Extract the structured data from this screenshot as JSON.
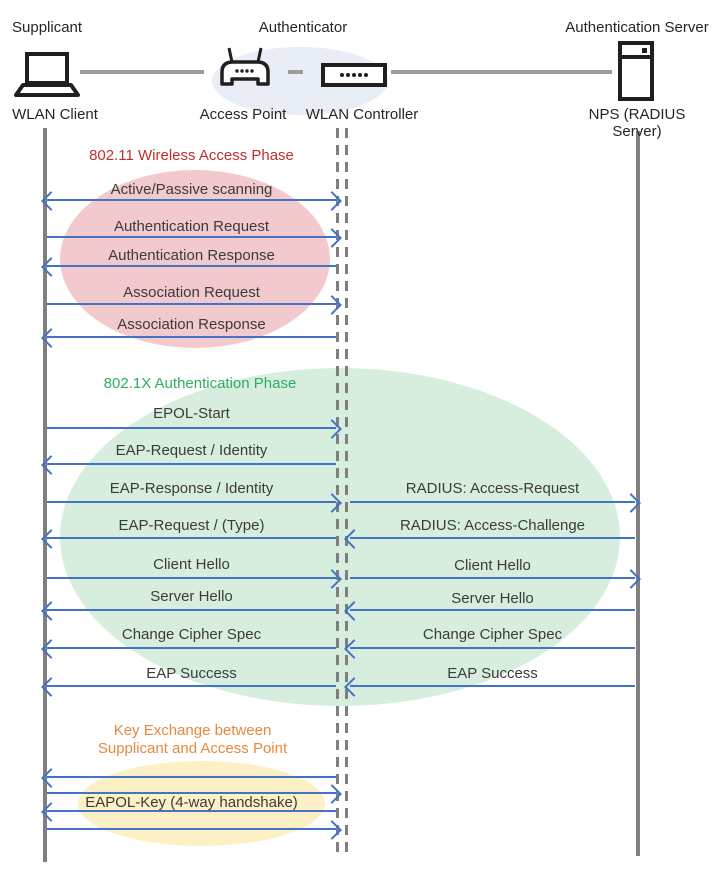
{
  "actors": {
    "supplicant": {
      "role": "Supplicant",
      "device": "WLAN Client"
    },
    "authenticator": {
      "role": "Authenticator",
      "access_point": "Access Point",
      "controller": "WLAN Controller"
    },
    "server": {
      "role": "Authentication Server",
      "device": "NPS (RADIUS Server)"
    }
  },
  "colors": {
    "arrow": "#4472C4",
    "lifeline": "#808080",
    "phase1_title": "#BE2F2F",
    "phase2_title": "#2FAE62",
    "phase3_title": "#E8893F",
    "phase1_fill": "#F2CACD",
    "phase2_fill": "#D7EEDF",
    "phase3_fill": "#FCF0C4",
    "authenticator_fill": "#E9EDF6"
  },
  "phase1": {
    "title": "802.11 Wireless Access Phase",
    "messages": [
      {
        "label": "Active/Passive scanning",
        "direction": "both"
      },
      {
        "label": "Authentication Request",
        "direction": "right"
      },
      {
        "label": "Authentication Response",
        "direction": "left"
      },
      {
        "label": "Association Request",
        "direction": "right"
      },
      {
        "label": "Association Response",
        "direction": "left"
      }
    ]
  },
  "phase2": {
    "title": "802.1X Authentication Phase",
    "client_messages": [
      {
        "label": "EPOL-Start",
        "direction": "right"
      },
      {
        "label": "EAP-Request / Identity",
        "direction": "left"
      },
      {
        "label": "EAP-Response / Identity",
        "direction": "right"
      },
      {
        "label": "EAP-Request / (Type)",
        "direction": "left"
      },
      {
        "label": "Client Hello",
        "direction": "right"
      },
      {
        "label": "Server Hello",
        "direction": "left"
      },
      {
        "label": "Change Cipher Spec",
        "direction": "left"
      },
      {
        "label": "EAP Success",
        "direction": "left"
      }
    ],
    "server_messages": [
      {
        "label": "RADIUS: Access-Request",
        "direction": "right"
      },
      {
        "label": "RADIUS: Access-Challenge",
        "direction": "left"
      },
      {
        "label": "Client Hello",
        "direction": "right"
      },
      {
        "label": "Server Hello",
        "direction": "left"
      },
      {
        "label": "Change Cipher Spec",
        "direction": "left"
      },
      {
        "label": "EAP Success",
        "direction": "left"
      }
    ]
  },
  "phase3": {
    "title_line1": "Key Exchange between",
    "title_line2": "Supplicant and Access Point",
    "label": "EAPOL-Key (4-way handshake)",
    "arrows": [
      "left",
      "right",
      "left",
      "right"
    ]
  }
}
